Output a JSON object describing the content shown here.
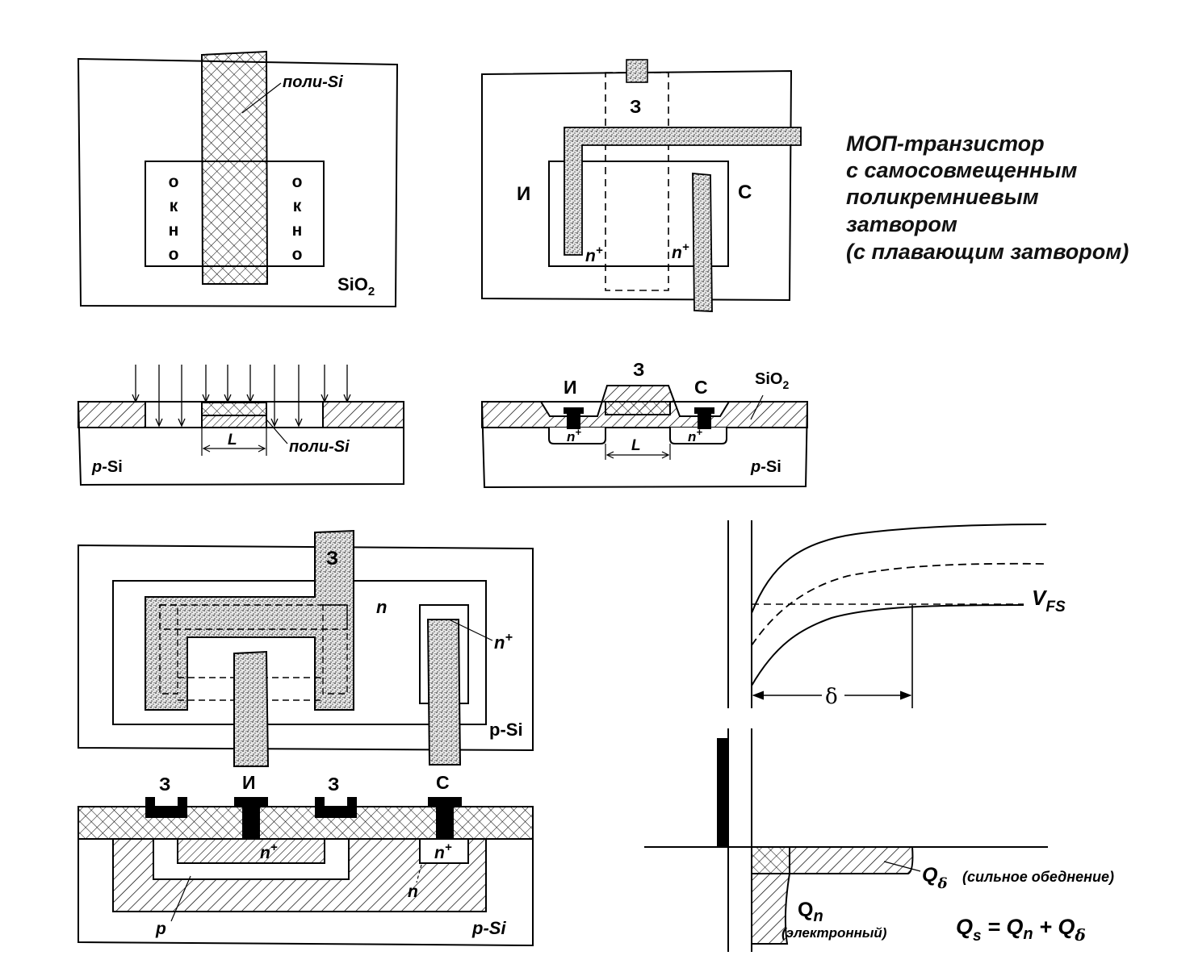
{
  "caption": {
    "lines": [
      "МОП-транзистор",
      "с самосовмещенным",
      "поликремниевым",
      "затвором",
      "(с плавающим затвором)"
    ]
  },
  "top_left": {
    "poly_label": "поли-Si",
    "oxide_label": "SiO",
    "oxide_sub": "2",
    "window_letters": [
      "о",
      "к",
      "н",
      "о"
    ]
  },
  "top_right": {
    "gate": "З",
    "source": "И",
    "drain": "С",
    "nplus_left": "n",
    "nplus_right": "n",
    "plus": "+"
  },
  "mid_left": {
    "substrate": "p-",
    "substrate_si": "Si",
    "length": "L",
    "poly_label": "поли-Si"
  },
  "mid_right": {
    "source": "И",
    "gate": "З",
    "drain": "С",
    "oxide": "SiO",
    "oxide_sub": "2",
    "nplus": "n",
    "plus": "+",
    "length": "L",
    "substrate": "p-",
    "substrate_si": "Si"
  },
  "bottom_left_plan": {
    "gate": "З",
    "n_region": "n",
    "nplus": "n",
    "plus": "+",
    "substrate": "p-Si"
  },
  "bottom_left_section": {
    "gate1": "З",
    "source": "И",
    "gate2": "З",
    "drain": "С",
    "nplus_main": "n",
    "nplus_drain": "n",
    "plus": "+",
    "n_region": "n",
    "p_region": "p",
    "substrate": "p-Si"
  },
  "graph_top": {
    "vfs_main": "V",
    "vfs_sub": "FS",
    "delta": "δ"
  },
  "graph_bottom": {
    "q_delta": "Q",
    "q_delta_sub": "δ",
    "q_delta_note": "(сильное обеднение)",
    "q_n": "Q",
    "q_n_sub": "n",
    "q_n_note": "(электронный)",
    "formula_qs": "Q",
    "formula_s": "s",
    "formula_eq": " = Q",
    "formula_n": "n",
    "formula_plus": " + Q",
    "formula_delta": "δ"
  }
}
